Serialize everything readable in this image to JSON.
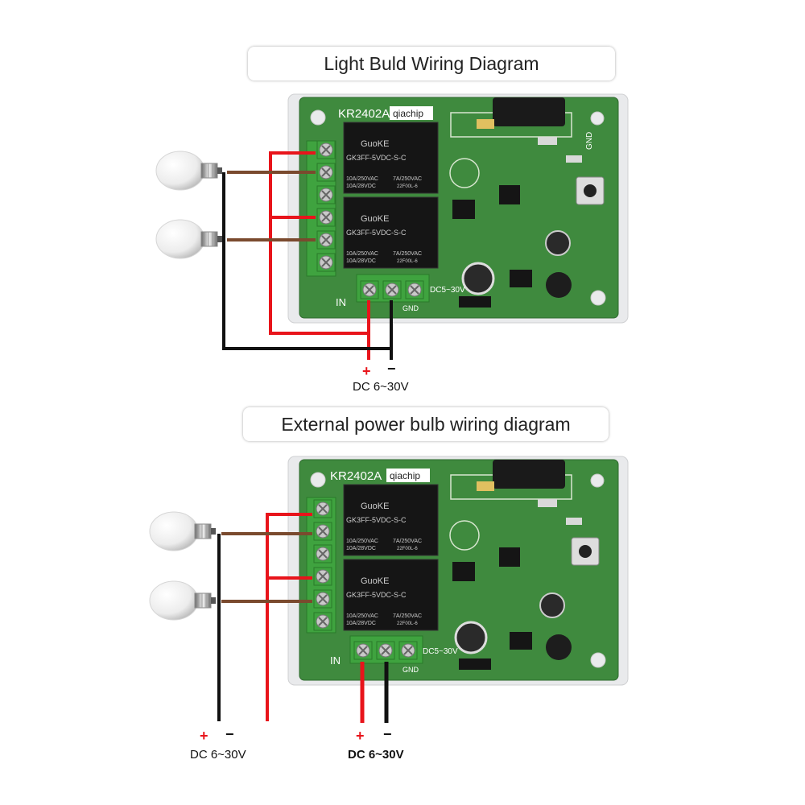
{
  "diagram1": {
    "title": "Light Buld Wiring Diagram",
    "board_model": "KR2402A",
    "board_brand": "qiachip",
    "relay_brand": "GuoKE",
    "relay_model": "GK3FF-5VDC-S-C",
    "relay_rating_left_1": "10A/250VAC",
    "relay_rating_left_2": "10A/28VDC",
    "relay_rating_right": "7A/250VAC",
    "relay_code": "22F00L-6",
    "in_label": "IN",
    "gnd_label": "GND",
    "power_terminal_label": "DC5~30V",
    "plus_symbol": "+",
    "minus_symbol": "−",
    "power_label": "DC 6~30V"
  },
  "diagram2": {
    "title": "External power bulb wiring diagram",
    "board_model": "KR2402A",
    "board_brand": "qiachip",
    "relay_brand": "GuoKE",
    "relay_model": "GK3FF-5VDC-S-C",
    "relay_rating_left_1": "10A/250VAC",
    "relay_rating_left_2": "10A/28VDC",
    "relay_rating_right": "7A/250VAC",
    "relay_code": "22F00L-6",
    "in_label": "IN",
    "gnd_label": "GND",
    "power_terminal_label": "DC5~30V",
    "plus_symbol": "+",
    "minus_symbol": "−",
    "external_power_label": "DC 6~30V",
    "board_power_label": "DC 6~30V"
  },
  "colors": {
    "positive_wire": "#e8141b",
    "negative_wire": "#111111",
    "bulb_wire": "#7a4a2e",
    "pcb": "#3f8a3e",
    "terminal": "#3fa33f",
    "plus_text": "#e8141b"
  }
}
